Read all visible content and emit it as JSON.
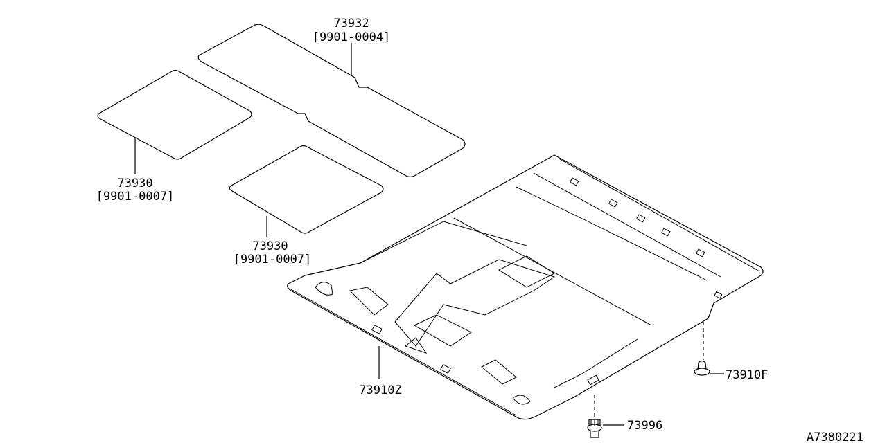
{
  "diagram": {
    "parts": [
      {
        "id": "pad-rear",
        "number": "73932",
        "range": "[9901-0004]"
      },
      {
        "id": "pad-left",
        "number": "73930",
        "range": "[9901-0007]"
      },
      {
        "id": "pad-middle",
        "number": "73930",
        "range": "[9901-0007]"
      },
      {
        "id": "headliner",
        "number": "73910Z"
      },
      {
        "id": "clip",
        "number": "73910F"
      },
      {
        "id": "fastener",
        "number": "73996"
      }
    ],
    "figure_id": "A7380221"
  }
}
